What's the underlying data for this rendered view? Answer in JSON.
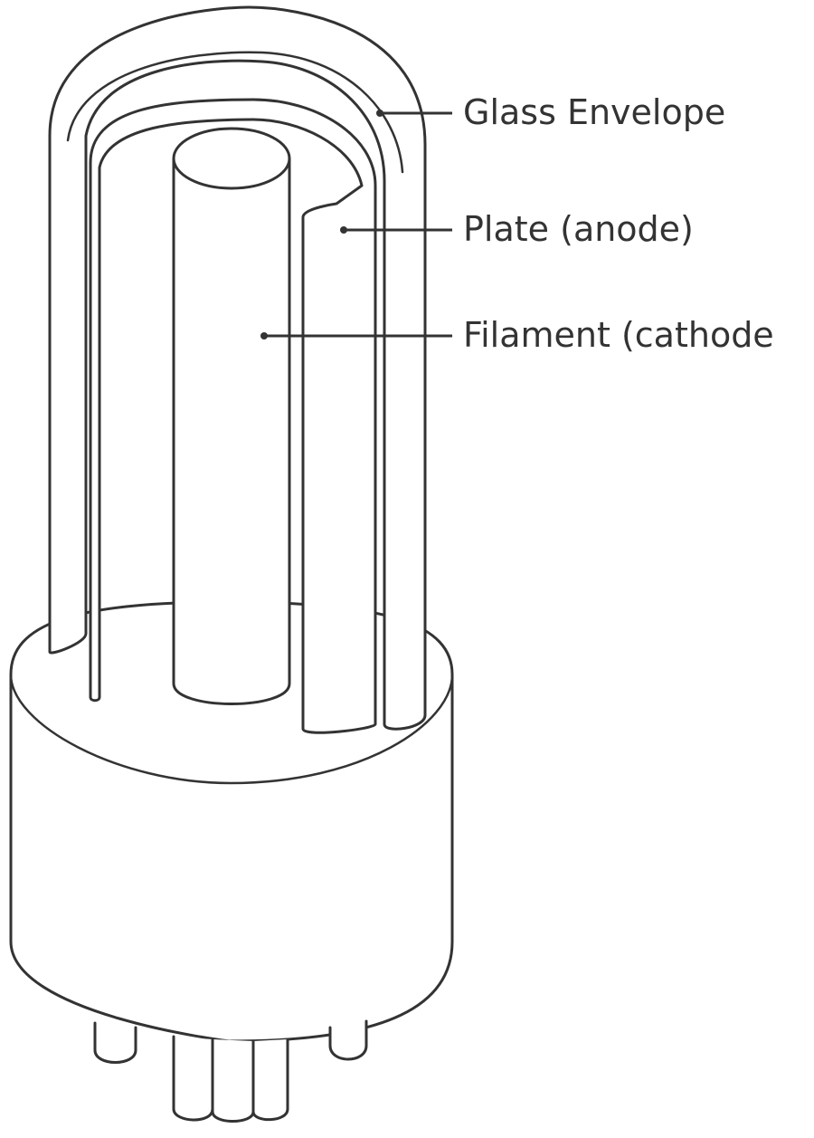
{
  "diagram": {
    "labels": {
      "glass_envelope": "Glass Envelope",
      "plate": "Plate (anode)",
      "filament": "Filament (cathode"
    },
    "colors": {
      "line": "#333333",
      "background": "#ffffff"
    }
  }
}
